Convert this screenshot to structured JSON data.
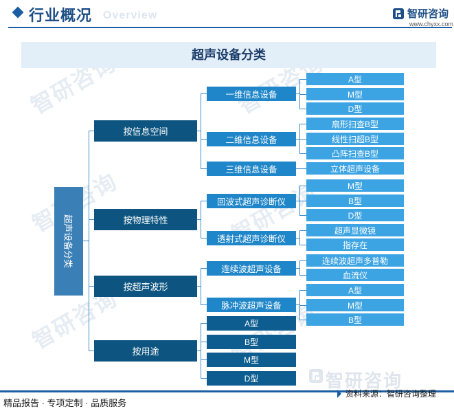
{
  "header": {
    "title": "行业概况",
    "ghost": "Overview",
    "logo_text": "智研咨询",
    "logo_url": "www.chyxx.com"
  },
  "banner": {
    "title": "超声设备分类"
  },
  "tree": {
    "root": "超声设备分类",
    "groups": [
      {
        "label": "按信息空间",
        "children": [
          {
            "label": "一维信息设备",
            "leaves": [
              "A型",
              "M型",
              "D型"
            ]
          },
          {
            "label": "二维信息设备",
            "leaves": [
              "扇形扫查B型",
              "线性扫超B型",
              "凸阵扫查B型"
            ]
          },
          {
            "label": "三维信息设备",
            "leaves": [
              "立体超声设备"
            ]
          }
        ]
      },
      {
        "label": "按物理特性",
        "children": [
          {
            "label": "回波式超声诊断仪",
            "leaves": [
              "M型",
              "B型",
              "D型"
            ]
          },
          {
            "label": "透射式超声诊断仪",
            "leaves": [
              "超声显微镜",
              "指存在"
            ]
          }
        ]
      },
      {
        "label": "按超声波形",
        "children": [
          {
            "label": "连续波超声设备",
            "leaves": [
              "连续波超声多普勒",
              "血流仪"
            ]
          },
          {
            "label": "脉冲波超声设备",
            "leaves": [
              "A型",
              "M型",
              "B型"
            ]
          }
        ]
      },
      {
        "label": "按用途",
        "children": [
          {
            "label": "A型"
          },
          {
            "label": "B型"
          },
          {
            "label": "M型"
          },
          {
            "label": "D型"
          }
        ]
      }
    ]
  },
  "watermark": {
    "text": "智研咨询"
  },
  "footer": {
    "left": "精品报告 · 专项定制 · 品质服务",
    "source": "资料来源：智研咨询整理",
    "logo_text": "智研咨询"
  },
  "colors": {
    "primary": "#1a5fa3",
    "level1": "#0d5580",
    "level2": "#1f86c9",
    "level3": "#3da4e3",
    "banner": "#e2eef8",
    "line": "#3a8cc9"
  }
}
